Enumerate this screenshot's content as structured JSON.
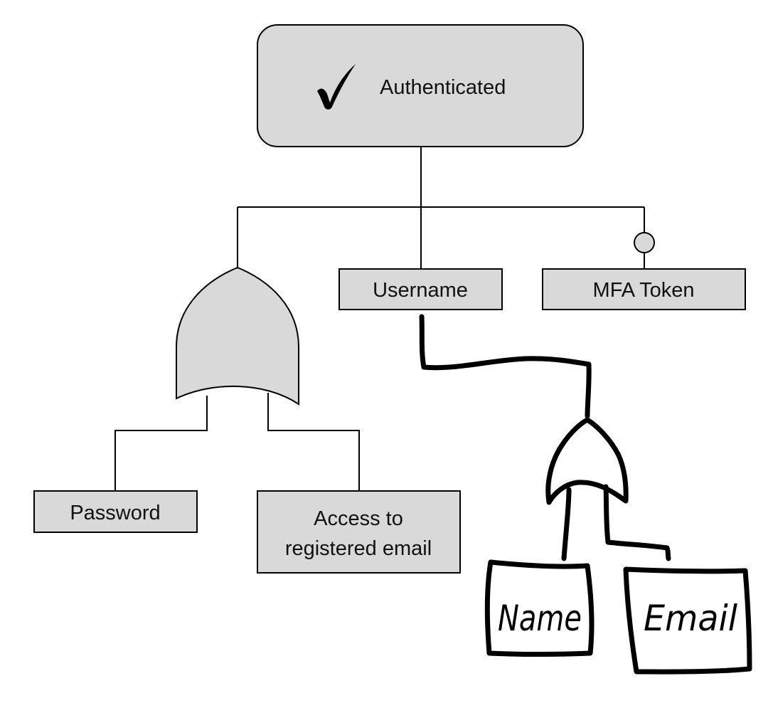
{
  "diagram": {
    "root": {
      "label": "Authenticated",
      "icon": "checkmark-icon"
    },
    "nodes": {
      "username": {
        "label": "Username"
      },
      "mfa_token": {
        "label": "MFA Token",
        "marker": "optional-circle"
      },
      "password": {
        "label": "Password"
      },
      "email_access": {
        "line1": "Access to",
        "line2": "registered email"
      }
    },
    "sketch": {
      "name": {
        "label": "Name"
      },
      "email": {
        "label": "Email"
      }
    },
    "colors": {
      "box_fill": "#d9d9d9",
      "stroke": "#000000",
      "gate_fill": "#d9d9d9",
      "hand_stroke": "#000000"
    }
  }
}
